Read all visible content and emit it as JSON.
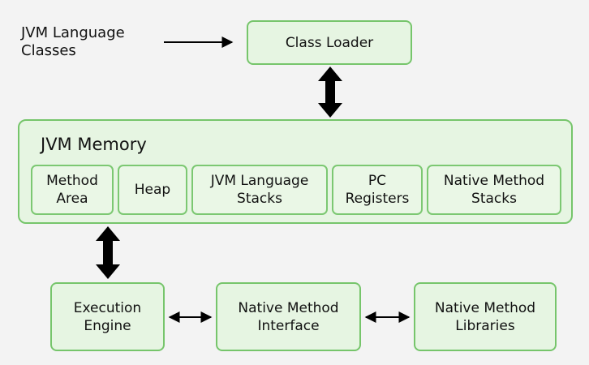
{
  "input_label": "JVM Language\nClasses",
  "class_loader": "Class Loader",
  "jvm_memory": {
    "title": "JVM Memory",
    "areas": [
      "Method\nArea",
      "Heap",
      "JVM Language\nStacks",
      "PC\nRegisters",
      "Native Method\nStacks"
    ]
  },
  "execution_engine": "Execution\nEngine",
  "native_interface": "Native Method\nInterface",
  "native_libraries": "Native Method\nLibraries",
  "colors": {
    "box_fill": "#e6f5e2",
    "box_border": "#76c56b",
    "arrow": "#000000"
  }
}
